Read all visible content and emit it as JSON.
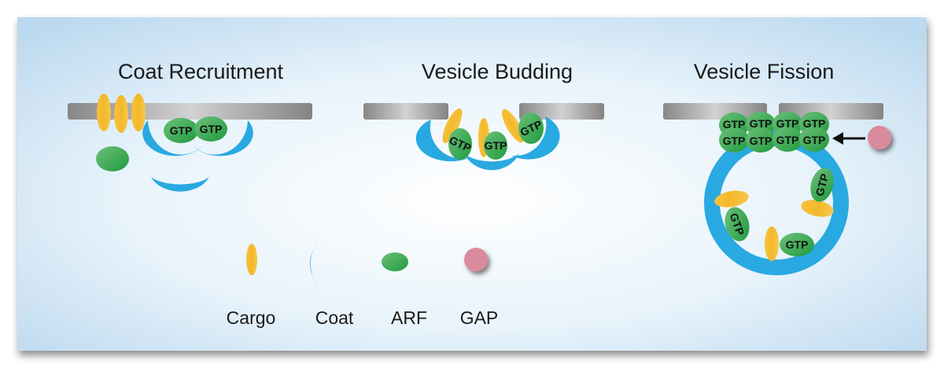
{
  "titles": {
    "coat_recruitment": "Coat Recruitment",
    "vesicle_budding": "Vesicle Budding",
    "vesicle_fission": "Vesicle Fission"
  },
  "gtp_label": "GTP",
  "legend": {
    "cargo": "Cargo",
    "coat": "Coat",
    "arf": "ARF",
    "gap": "GAP"
  },
  "colors": {
    "cargo": "#f5bd30",
    "coat": "#29a9e1",
    "arf": "#3aa84a",
    "gap": "#d98a9c",
    "membrane": "#9a9899"
  }
}
